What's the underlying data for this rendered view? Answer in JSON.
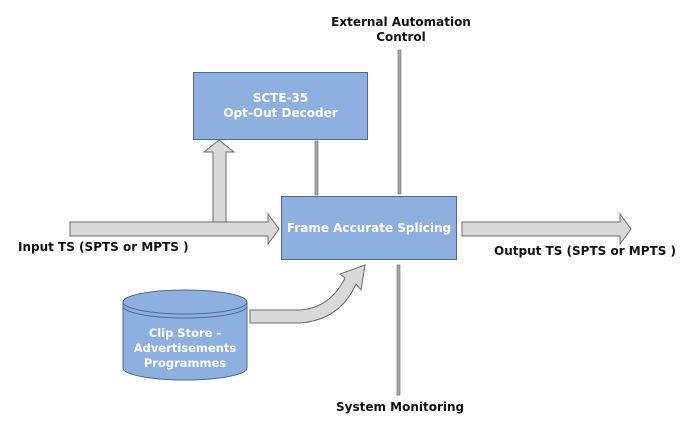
{
  "diagram": {
    "title": "",
    "nodes": {
      "scte35": {
        "line1": "SCTE-35",
        "line2": "Opt-Out Decoder"
      },
      "splicer": {
        "label": "Frame Accurate Splicing"
      },
      "clip_store": {
        "line1": "Clip Store -",
        "line2": "Advertisements",
        "line3": "Programmes"
      }
    },
    "labels": {
      "external_line1": "External Automation",
      "external_line2": "Control",
      "input": "Input TS (SPTS or MPTS )",
      "output": "Output TS (SPTS or MPTS )",
      "monitoring": "System Monitoring"
    },
    "edges": [
      {
        "from": "input",
        "to": "splicer",
        "style": "block-arrow"
      },
      {
        "from": "input",
        "to": "scte35",
        "style": "block-arrow"
      },
      {
        "from": "scte35",
        "to": "splicer",
        "style": "thin-line"
      },
      {
        "from": "external",
        "to": "splicer",
        "style": "thin-line"
      },
      {
        "from": "splicer",
        "to": "output",
        "style": "block-arrow"
      },
      {
        "from": "clip_store",
        "to": "splicer",
        "style": "curved-block-arrow"
      },
      {
        "from": "splicer",
        "to": "monitoring",
        "style": "thin-line"
      }
    ],
    "colors": {
      "box_fill": "#8eb0e0",
      "box_border": "#4a6a98",
      "arrow_fill": "#d9d9d9",
      "arrow_stroke": "#6b6b6b",
      "text": "#111111"
    }
  }
}
